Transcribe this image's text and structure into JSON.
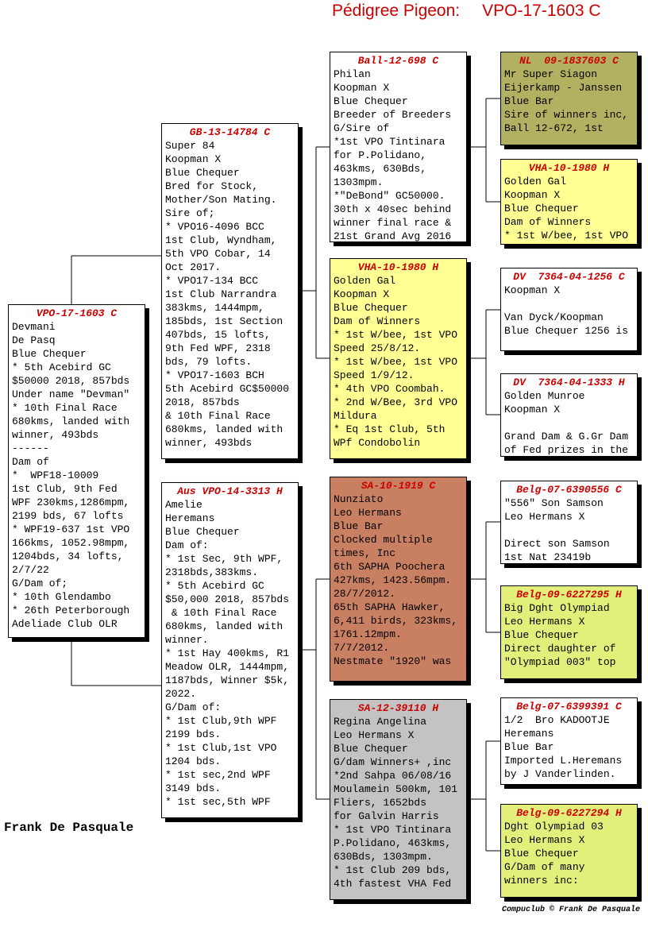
{
  "page": {
    "title_label": "Pédigree Pigeon:",
    "title_ring": "VPO-17-1603 C",
    "breeder": "Frank De Pasquale",
    "credit": "Compuclub © Frank De Pasquale"
  },
  "colors": {
    "title_red": "#cc0000",
    "white": "#ffffff",
    "yellow": "#ffff94",
    "salmon": "#c87f62",
    "gray": "#c3c3c3",
    "olive": "#b2b162",
    "yellow_green": "#e2ef7a"
  },
  "boxes": {
    "subject": {
      "ring": "VPO-17-1603 C",
      "color": "#ffffff",
      "body": "Devmani\nDe Pasq\nBlue Chequer\n* 5th Acebird GC\n$50000 2018, 857bds\nUnder name \"Devman\"\n* 10th Final Race\n680kms, landed with\nwinner, 493bds\n------\nDam of\n*  WPF18-10009\n1st Club, 9th Fed\nWPF 230kms,1286mpm,\n2199 bds, 67 lofts\n* WPF19-637 1st VPO\n166kms, 1052.98mpm,\n1204bds, 34 lofts,\n2/7/22\nG/Dam of;\n* 10th Glendambo\n* 26th Peterborough\nAdeliade Club OLR"
    },
    "sire": {
      "ring": "GB-13-14784 C",
      "color": "#ffffff",
      "body": "Super 84\nKoopman X\nBlue Chequer\nBred for Stock,\nMother/Son Mating.\nSire of;\n* VPO16-4096 BCC\n1st Club, Wyndham,\n5th VPO Cobar, 14\nOct 2017.\n* VPO17-134 BCC\n1st Club Narrandra\n383kms, 1444mpm,\n185bds, 1st Section\n407bds, 15 lofts,\n9th Fed WPF, 2318\nbds, 79 lofts.\n* VPO17-1603 BCH\n5th Acebird GC$50000\n2018, 857bds\n& 10th Final Race\n680kms, landed with\nwinner, 493bds"
    },
    "dam": {
      "ring": "Aus VPO-14-3313 H",
      "color": "#ffffff",
      "body": "Amelie\nHeremans\nBlue Chequer\nDam of:\n* 1st Sec, 9th WPF,\n2318bds,383kms.\n* 5th Acebird GC\n$50,000 2018, 857bds\n & 10th Final Race\n680kms, landed with\nwinner.\n* 1st Hay 400kms, R1\nMeadow OLR, 1444mpm,\n1187bds, Winner $5k,\n2022.\nG/Dam of:\n* 1st Club,9th WPF\n2199 bds.\n* 1st Club,1st VPO\n1204 bds.\n* 1st sec,2nd WPF\n3149 bds.\n* 1st sec,5th WPF"
    },
    "ss": {
      "ring": "Ball-12-698 C",
      "color": "#ffffff",
      "body": "Philan\nKoopman X\nBlue Chequer\nBreeder of Breeders\nG/Sire of\n*1st VPO Tintinara\nfor P.Polidano,\n463kms, 630Bds,\n1303mpm.\n*\"DeBond\" GC50000.\n30th x 40sec behind\nwinner final race &\n21st Grand Avg 2016"
    },
    "sd": {
      "ring": "VHA-10-1980 H",
      "color": "#ffff94",
      "body": "Golden Gal\nKoopman X\nBlue Chequer\nDam of Winners\n* 1st W/bee, 1st VPO\nSpeed 25/8/12.\n* 1st W/bee, 1st VPO\nSpeed 1/9/12.\n* 4th VPO Coombah.\n* 2nd W/Bee, 3rd VPO\nMildura\n* Eq 1st Club, 5th\nWPf Condobolin"
    },
    "ds": {
      "ring": "SA-10-1919 C",
      "color": "#c87f62",
      "body": "Nunziato\nLeo Hermans\nBlue Bar\nClocked multiple\ntimes, Inc\n6th SAPHA Poochera\n427kms, 1423.56mpm.\n28/7/2012.\n65th SAPHA Hawker,\n6,411 birds, 323kms,\n1761.12mpm.\n7/7/2012.\nNestmate \"1920\" was"
    },
    "dd": {
      "ring": "SA-12-39110 H",
      "color": "#c3c3c3",
      "body": "Regina Angelina\nLeo Hermans X\nBlue Chequer\nG/dam Winners+ ,inc\n*2nd Sahpa 06/08/16\nMoulamein 500km, 101\nFliers, 1652bds\nfor Galvin Harris\n* 1st VPO Tintinara\nP.Polidano, 463kms,\n630Bds, 1303mpm.\n* 1st Club 209 bds,\n4th fastest VHA Fed"
    },
    "sss": {
      "ring": "NL  09-1837603 C",
      "color": "#b2b162",
      "body": "Mr Super Siagon\nEijerkamp - Janssen\nBlue Bar\nSire of winners inc,\nBall 12-672, 1st"
    },
    "ssd": {
      "ring": "VHA-10-1980 H",
      "color": "#ffff94",
      "body": "Golden Gal\nKoopman X\nBlue Chequer\nDam of Winners\n* 1st W/bee, 1st VPO"
    },
    "sds": {
      "ring": "DV  7364-04-1256 C",
      "color": "#ffffff",
      "body": "Koopman X\n\nVan Dyck/Koopman\nBlue Chequer 1256 is"
    },
    "sdd": {
      "ring": "DV  7364-04-1333 H",
      "color": "#ffffff",
      "body": "Golden Munroe\nKoopman X\n\nGrand Dam & G.Gr Dam\nof Fed prizes in the"
    },
    "dss": {
      "ring": "Belg-07-6390556 C",
      "color": "#ffffff",
      "body": "\"556\" Son Samson\nLeo Hermans X\n\nDirect son Samson\n1st Nat 23419b"
    },
    "dsd": {
      "ring": "Belg-09-6227295 H",
      "color": "#e2ef7a",
      "body": "Big Dght Olympiad\nLeo Hermans X\nBlue Chequer\nDirect daughter of\n\"Olympiad 003\" top"
    },
    "dds": {
      "ring": "Belg-07-6399391 C",
      "color": "#ffffff",
      "body": "1/2  Bro KADOOTJE\nHeremans\nBlue Bar\nImported L.Heremans\nby J Vanderlinden."
    },
    "ddd": {
      "ring": "Belg-09-6227294 H",
      "color": "#e2ef7a",
      "body": "Dght Olympiad 03\nLeo Hermans X\nBlue Chequer\nG/Dam of many\nwinners inc:"
    }
  }
}
